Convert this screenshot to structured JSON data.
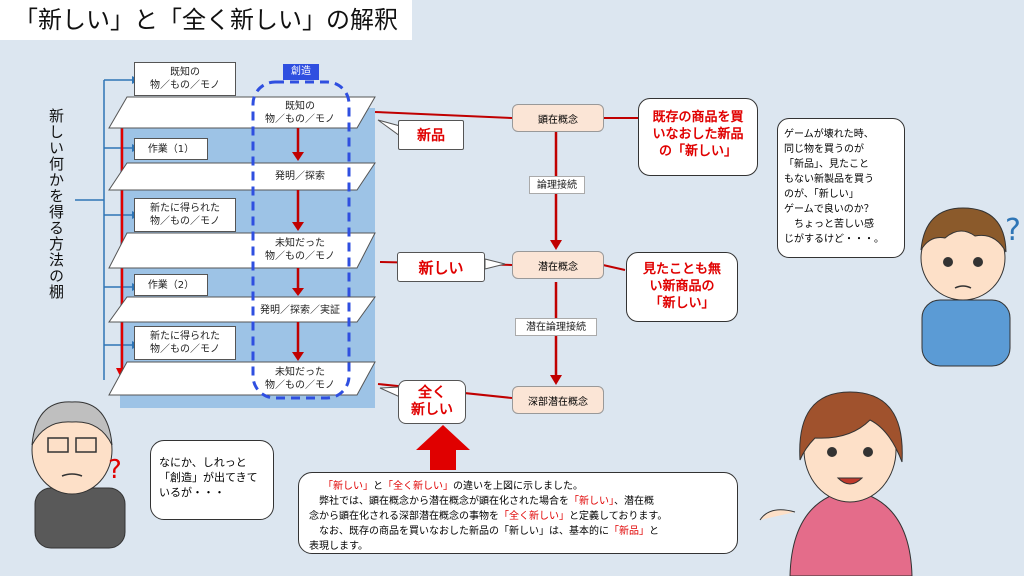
{
  "title": "「新しい」と「全く新しい」の解釈",
  "left_label": "新しい何かを得る方法の棚",
  "tabs": {
    "known": "既知の\n物／もの／モノ",
    "work1": "作業（1）",
    "new1": "新たに得られた\n物／もの／モノ",
    "work2": "作業（2）",
    "new2": "新たに得られた\n物／もの／モノ"
  },
  "souzou": "創造",
  "shelves": {
    "s1": "既知の\n物／もの／モノ",
    "s2": "発明／探索",
    "s3": "未知だった\n物／もの／モノ",
    "s4": "発明／探索／実証",
    "s5": "未知だった\n物／もの／モノ"
  },
  "callouts": {
    "shinpin": "新品",
    "atarashii": "新しい",
    "mattaku": "全く\n新しい"
  },
  "concepts": {
    "kenzai": "顕在概念",
    "senzai": "潜在概念",
    "shinbu": "深部潜在概念"
  },
  "links": {
    "ronri": "論理接続",
    "senzai_ronri": "潜在論理接続"
  },
  "notes": {
    "existing": "既存の商品を買\nいなおした新品\nの「新しい」",
    "never_seen": "見たことも無\nい新商品の\n「新しい」"
  },
  "bubbles": {
    "boy": "ゲームが壊れた時、\n同じ物を買うのが\n「新品」、見たこと\nもない新製品を買う\nのが、「新しい」\nゲームで良いのか？\n　ちょっと苦しい感\nじがするけど・・・。",
    "elder": "なにか、しれっと\n「創造」が出てきて\nいるが・・・"
  },
  "explanation": {
    "l1a": "「新しい」",
    "l1b": "と",
    "l1c": "「全く新しい」",
    "l1d": "の違いを上図に示しました。",
    "l2a": "　弊社では、顕在概念から潜在概念が顕在化された場合を",
    "l2b": "「新しい」",
    "l2c": "、潜在概",
    "l3a": "念から顕在化される深部潜在概念の事物を",
    "l3b": "「全く新しい」",
    "l3c": "と定義しております。",
    "l4a": "　なお、既存の商品を買いなおした新品の「新しい」は、基本的に",
    "l4b": "「新品」",
    "l4c": "と",
    "l5": "表現します。"
  },
  "colors": {
    "red": "#e00000",
    "blue_panel": "#9dc3e6",
    "concept_fill": "#fbe5d6",
    "dash_blue": "#2f4fe0",
    "background": "#dce6f0"
  }
}
